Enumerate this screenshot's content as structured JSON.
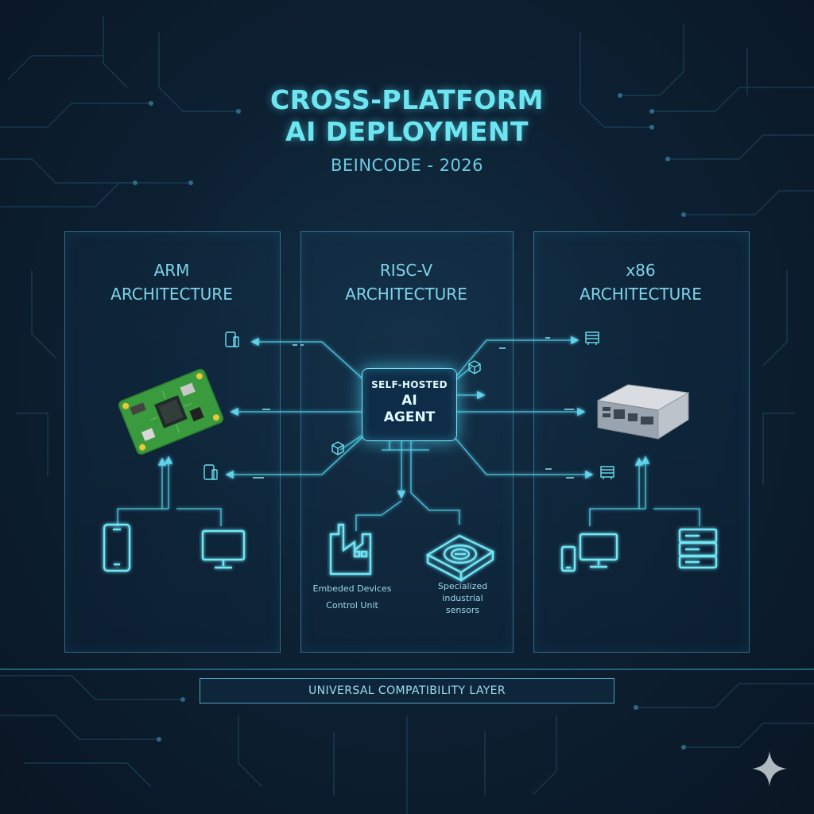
{
  "header": {
    "title_line1": "CROSS-PLATFORM",
    "title_line2": "AI DEPLOYMENT",
    "subtitle": "BEINCODE - 2026"
  },
  "architectures": {
    "arm": {
      "line1": "ARM",
      "line2": "ARCHITECTURE"
    },
    "riscv": {
      "line1": "RISC-V",
      "line2": "ARCHITECTURE"
    },
    "x86": {
      "line1": "x86",
      "line2": "ARCHITECTURE"
    }
  },
  "agent": {
    "line1": "SELF-HOSTED",
    "line2": "AI",
    "line3": "AGENT"
  },
  "riscv_devices": {
    "embedded_line1": "Embeded Devices",
    "embedded_line2": "Control Unit",
    "sensors_line1": "Specialized industrial",
    "sensors_line2": "sensors"
  },
  "footer": {
    "compat_layer": "UNIVERSAL COMPATIBILITY LAYER"
  },
  "icons": {
    "arm_board": "circuit-board-icon",
    "x86_server": "server-unit-icon",
    "phone": "smartphone-icon",
    "monitor": "monitor-icon",
    "rack": "server-rack-icon",
    "factory": "factory-icon",
    "sensor": "sensor-chip-icon",
    "sparkle": "sparkle-icon"
  },
  "colors": {
    "accent": "#6ee6f2",
    "line": "#4fc6e0",
    "background": "#0d2133",
    "board_green": "#3a9a3e"
  }
}
